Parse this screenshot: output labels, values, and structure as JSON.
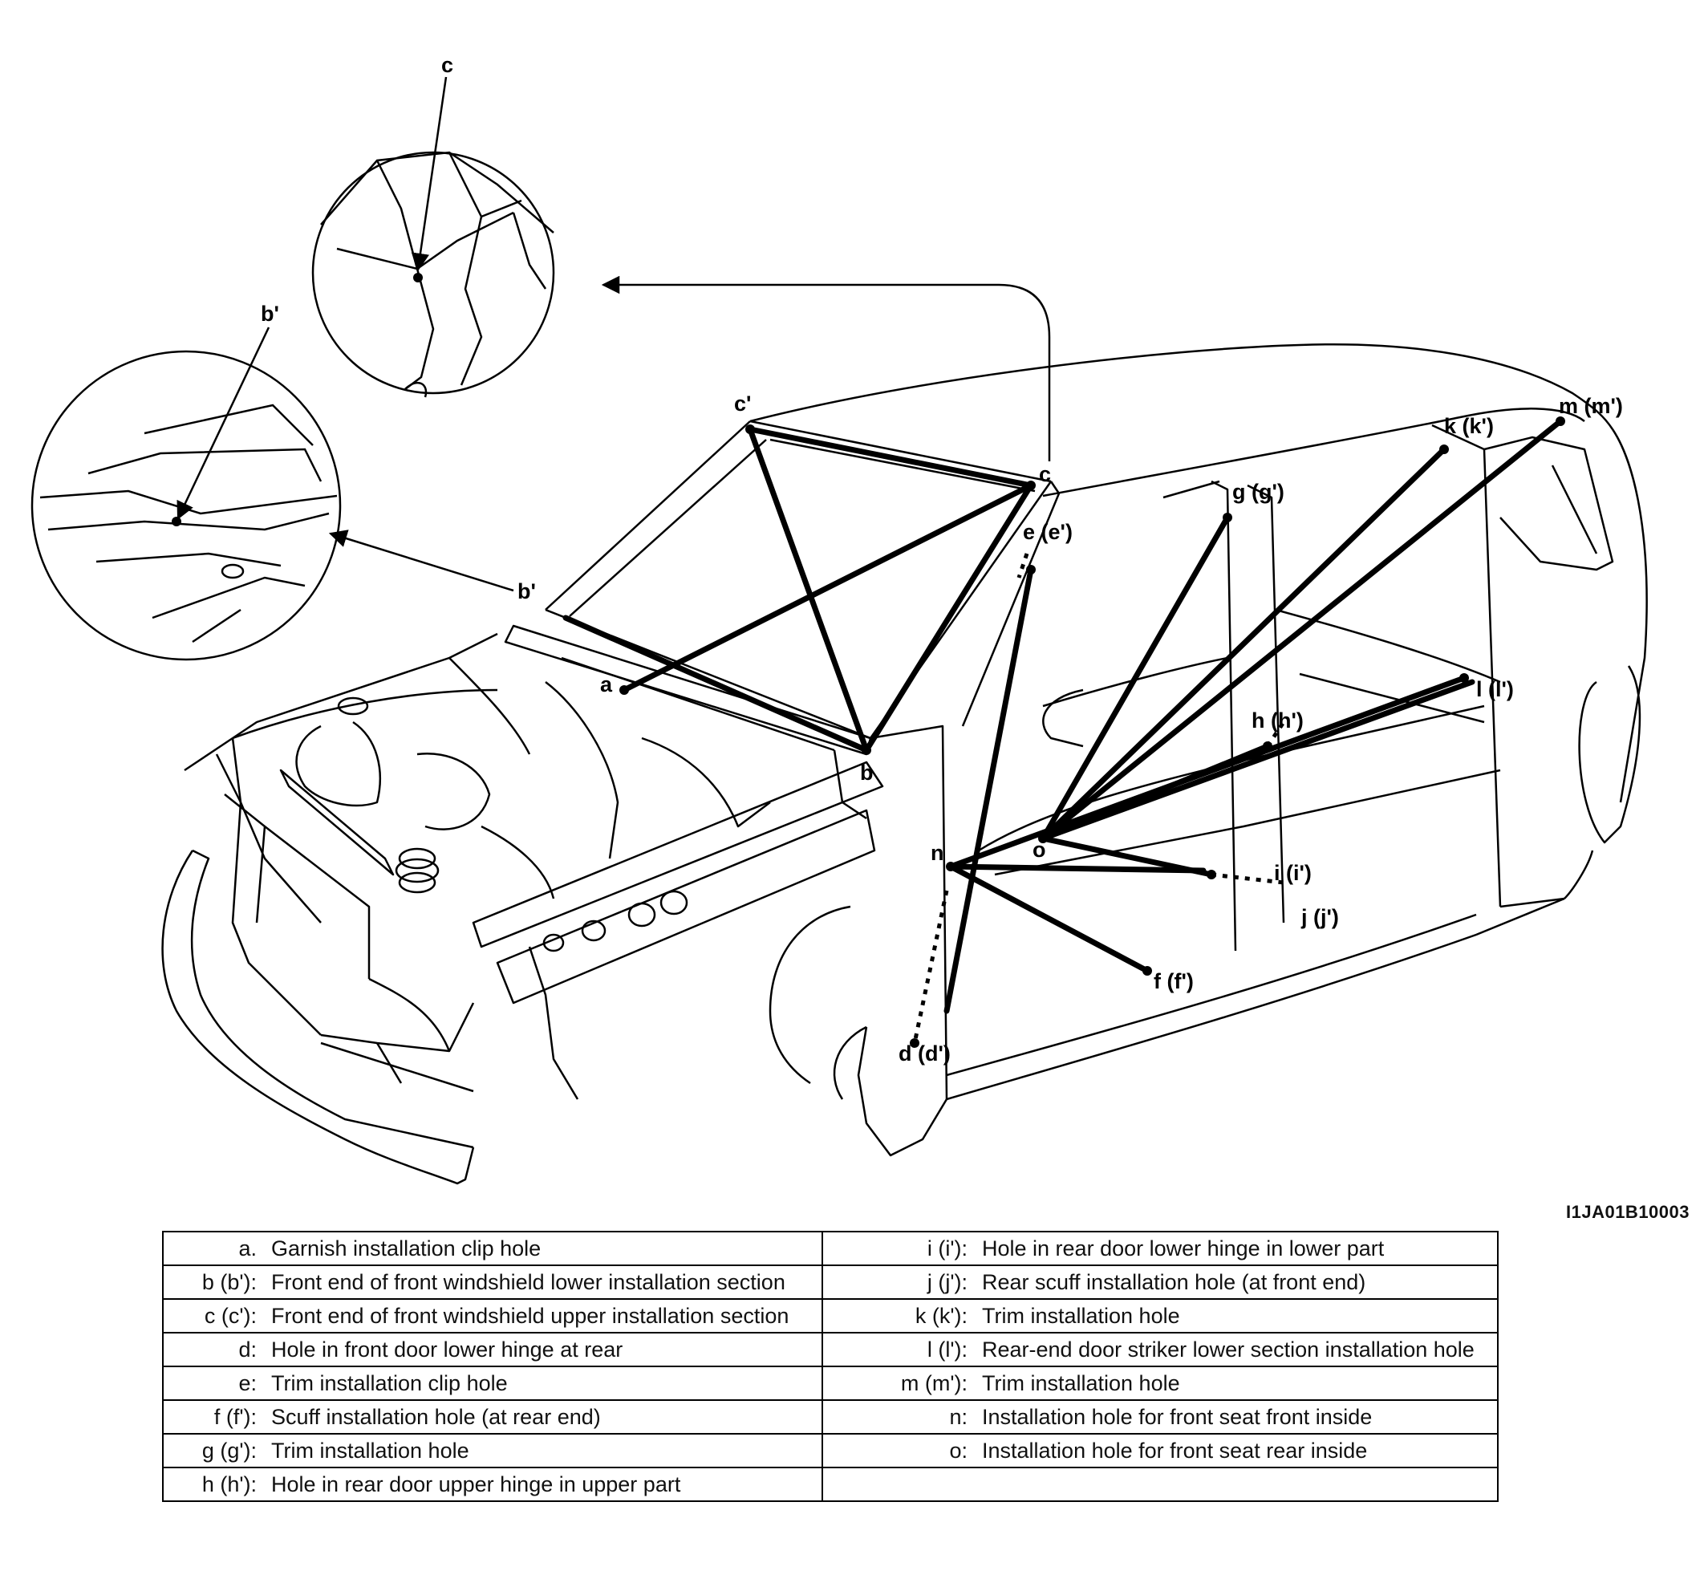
{
  "figure_id": "I1JA01B10003",
  "labels": {
    "c_top": "c",
    "b_prime_left": "b'",
    "b_prime": "b'",
    "c_prime": "c'",
    "c": "c",
    "a": "a",
    "b": "b",
    "e": "e (e')",
    "g": "g (g')",
    "k": "k (k')",
    "m": "m (m')",
    "l": "l (l')",
    "h": "h (h')",
    "n": "n",
    "o": "o",
    "i": "i (i')",
    "j": "j (j')",
    "f": "f (f')",
    "d": "d (d')"
  },
  "legend": {
    "rows": [
      {
        "left": {
          "key": "a.",
          "text": "Garnish installation clip hole"
        },
        "right": {
          "key": "i (i'):",
          "text": "Hole in rear door lower hinge in lower part"
        }
      },
      {
        "left": {
          "key": "b (b'):",
          "text": "Front end of front windshield lower installation section"
        },
        "right": {
          "key": "j (j'):",
          "text": "Rear scuff installation hole (at front end)"
        }
      },
      {
        "left": {
          "key": "c (c'):",
          "text": "Front end of front windshield upper installation section"
        },
        "right": {
          "key": "k (k'):",
          "text": "Trim installation hole"
        }
      },
      {
        "left": {
          "key": "d:",
          "text": "Hole in front door lower hinge at rear"
        },
        "right": {
          "key": "l (l'):",
          "text": "Rear-end door striker lower section installation hole"
        }
      },
      {
        "left": {
          "key": "e:",
          "text": "Trim installation clip hole"
        },
        "right": {
          "key": "m (m'):",
          "text": "Trim installation hole"
        }
      },
      {
        "left": {
          "key": "f (f'):",
          "text": "Scuff installation hole (at rear end)"
        },
        "right": {
          "key": "n:",
          "text": "Installation hole for front seat front inside"
        }
      },
      {
        "left": {
          "key": "g (g'):",
          "text": "Trim installation hole"
        },
        "right": {
          "key": "o:",
          "text": "Installation hole for front seat rear inside"
        }
      },
      {
        "left": {
          "key": "h (h'):",
          "text": "Hole in rear door upper hinge in upper part"
        },
        "right": {
          "key": "",
          "text": ""
        }
      }
    ]
  }
}
